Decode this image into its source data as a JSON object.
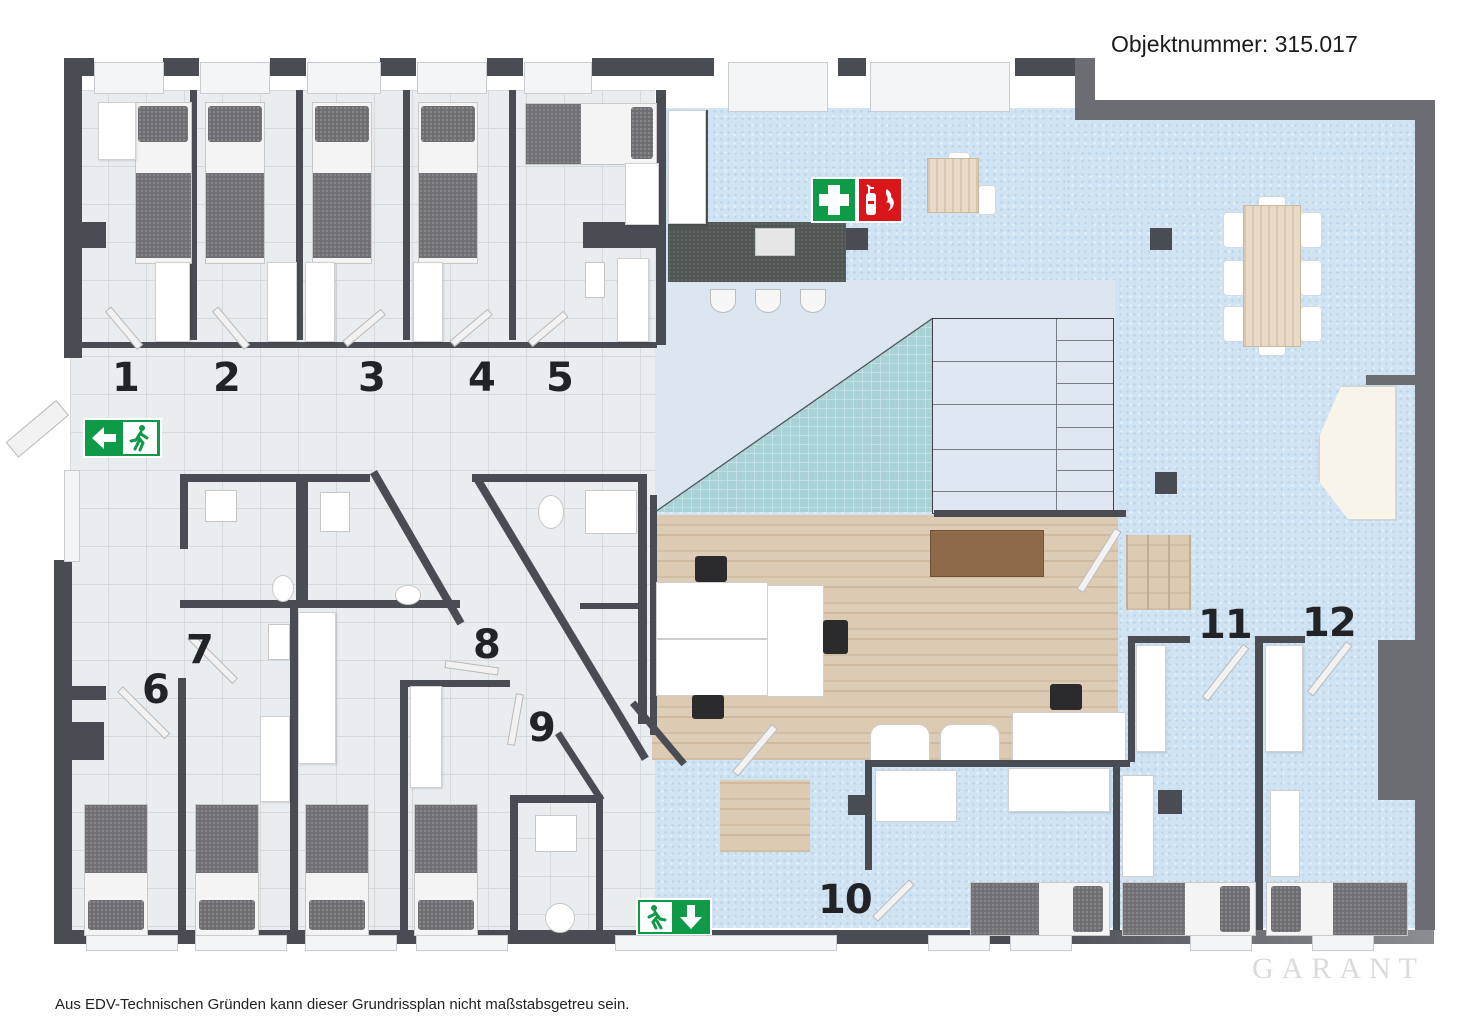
{
  "header": {
    "object_number_label": "Objektnummer: 315.017"
  },
  "footer": {
    "disclaimer": "Aus EDV-Technischen Gründen kann dieser Grundrissplan nicht maßstabsgetreu sein."
  },
  "watermark": "GARANT",
  "rooms": [
    {
      "number": "1",
      "type": "bedroom"
    },
    {
      "number": "2",
      "type": "bedroom"
    },
    {
      "number": "3",
      "type": "bedroom"
    },
    {
      "number": "4",
      "type": "bedroom"
    },
    {
      "number": "5",
      "type": "bedroom"
    },
    {
      "number": "6",
      "type": "bedroom"
    },
    {
      "number": "7",
      "type": "bedroom"
    },
    {
      "number": "8",
      "type": "bedroom"
    },
    {
      "number": "9",
      "type": "bathroom"
    },
    {
      "number": "10",
      "type": "bedroom"
    },
    {
      "number": "11",
      "type": "bedroom"
    },
    {
      "number": "12",
      "type": "bedroom"
    }
  ],
  "signs": {
    "emergency_exit_left": {
      "icon": "arrow-left-running-man-icon",
      "color": "#0f9a48"
    },
    "emergency_exit_down": {
      "icon": "running-man-arrow-down-icon",
      "color": "#0f9a48"
    },
    "first_aid": {
      "icon": "first-aid-cross-icon",
      "color": "#0f9a48"
    },
    "fire_extinguisher": {
      "icon": "fire-extinguisher-icon",
      "color": "#d9161c"
    }
  },
  "colors": {
    "wall": "#4a4c53",
    "tile_floor": "#e9edef",
    "blue_floor": "#cfe3f2",
    "wood_floor": "#d9c6ae",
    "pool": "#a9d2d6"
  }
}
